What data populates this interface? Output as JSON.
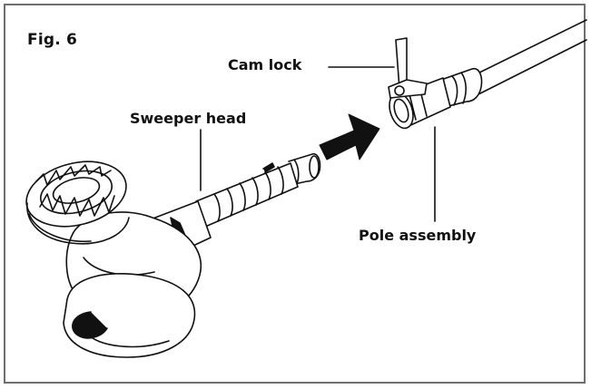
{
  "figure": {
    "label": "Fig. 6"
  },
  "callouts": {
    "cam_lock": "Cam lock",
    "sweeper_head": "Sweeper head",
    "pole_assembly": "Pole assembly"
  },
  "colors": {
    "line": "#111111",
    "frame": "#6e6e6e",
    "arrow": "#111111",
    "dark_fill": "#1a1a1a"
  }
}
